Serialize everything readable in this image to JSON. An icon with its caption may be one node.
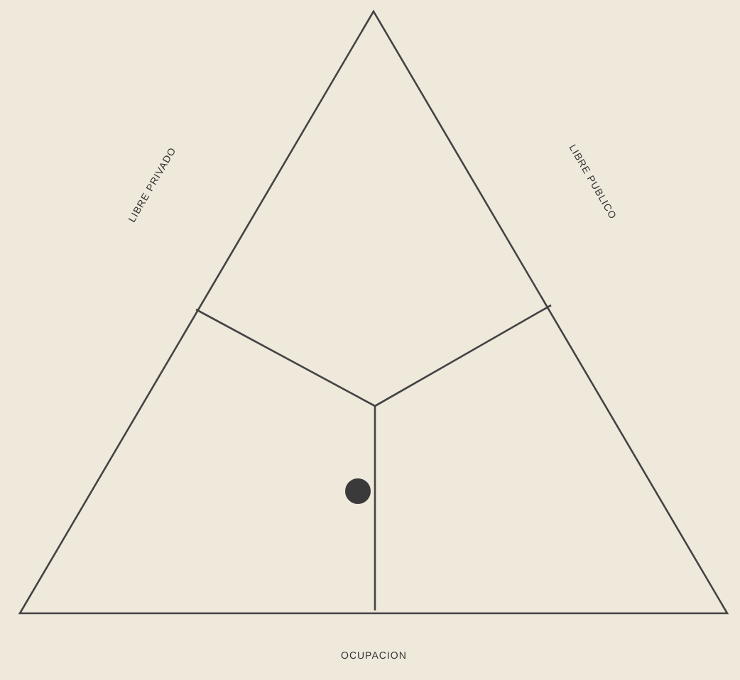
{
  "diagram": {
    "labels": [
      "LIBRE PRIVADO",
      "LIBRE PUBLICO",
      "OCUPACION"
    ]
  }
}
